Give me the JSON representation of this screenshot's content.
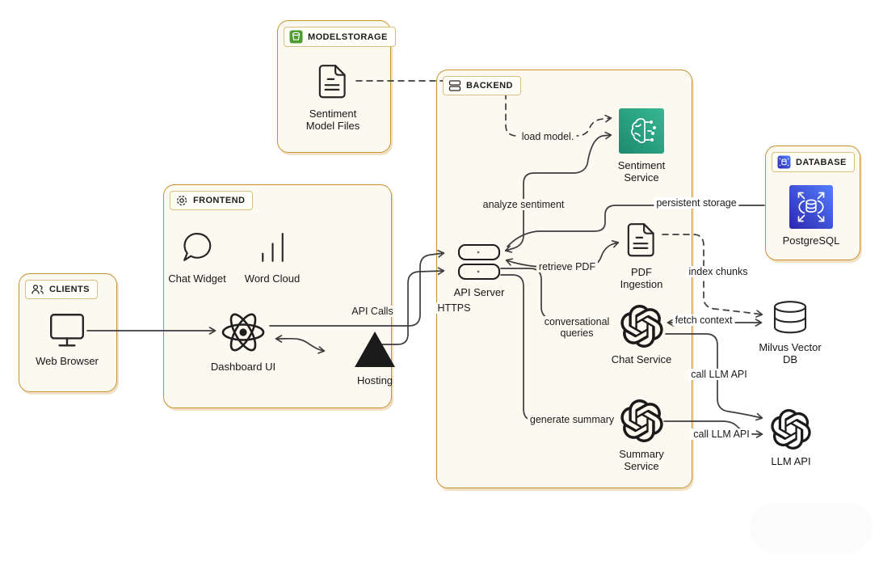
{
  "diagram": {
    "groups": [
      {
        "label": "MODELSTORAGE",
        "icon": "s3-bucket-icon"
      },
      {
        "label": "CLIENTS",
        "icon": "users-icon"
      },
      {
        "label": "FRONTEND",
        "icon": "gear-icon"
      },
      {
        "label": "BACKEND",
        "icon": "server-stack-icon"
      },
      {
        "label": "DATABASE",
        "icon": "rds-small-icon"
      }
    ],
    "nodes": [
      {
        "label": "Sentiment\nModel Files",
        "icon": "document-icon"
      },
      {
        "label": "Web Browser",
        "icon": "monitor-icon"
      },
      {
        "label": "Chat Widget",
        "icon": "chat-bubble-icon"
      },
      {
        "label": "Word Cloud",
        "icon": "bar-chart-icon"
      },
      {
        "label": "Dashboard UI",
        "icon": "react-icon"
      },
      {
        "label": "Hosting",
        "icon": "vercel-triangle-icon"
      },
      {
        "label": "API Server",
        "icon": "server-icon"
      },
      {
        "label": "Sentiment\nService",
        "icon": "sagemaker-brain-icon"
      },
      {
        "label": "PDF\nIngestion",
        "icon": "document-icon"
      },
      {
        "label": "Chat Service",
        "icon": "openai-icon"
      },
      {
        "label": "Summary\nService",
        "icon": "openai-icon"
      },
      {
        "label": "PostgreSQL",
        "icon": "rds-database-icon"
      },
      {
        "label": "Milvus Vector\nDB",
        "icon": "database-cylinder-icon"
      },
      {
        "label": "LLM API",
        "icon": "openai-icon"
      }
    ],
    "edges": [
      {
        "label": "API Calls"
      },
      {
        "label": "HTTPS"
      },
      {
        "label": "load model."
      },
      {
        "label": "analyze sentiment"
      },
      {
        "label": "persistent storage"
      },
      {
        "label": "retrieve PDF"
      },
      {
        "label": "conversational\nqueries"
      },
      {
        "label": "generate summary"
      },
      {
        "label": "index chunks"
      },
      {
        "label": "fetch context"
      },
      {
        "label": "call LLM API"
      },
      {
        "label": "call LLM API"
      }
    ],
    "colors": {
      "group_border": "#C8912E",
      "group_fill": "#FCF9F0",
      "line": "#3d3d3d",
      "s3_green": "#4C9C2E",
      "sagemaker_teal_1": "#1d8a6e",
      "sagemaker_teal_2": "#36b892",
      "rds_blue_1": "#2E27AD",
      "rds_blue_2": "#527FFF"
    }
  }
}
